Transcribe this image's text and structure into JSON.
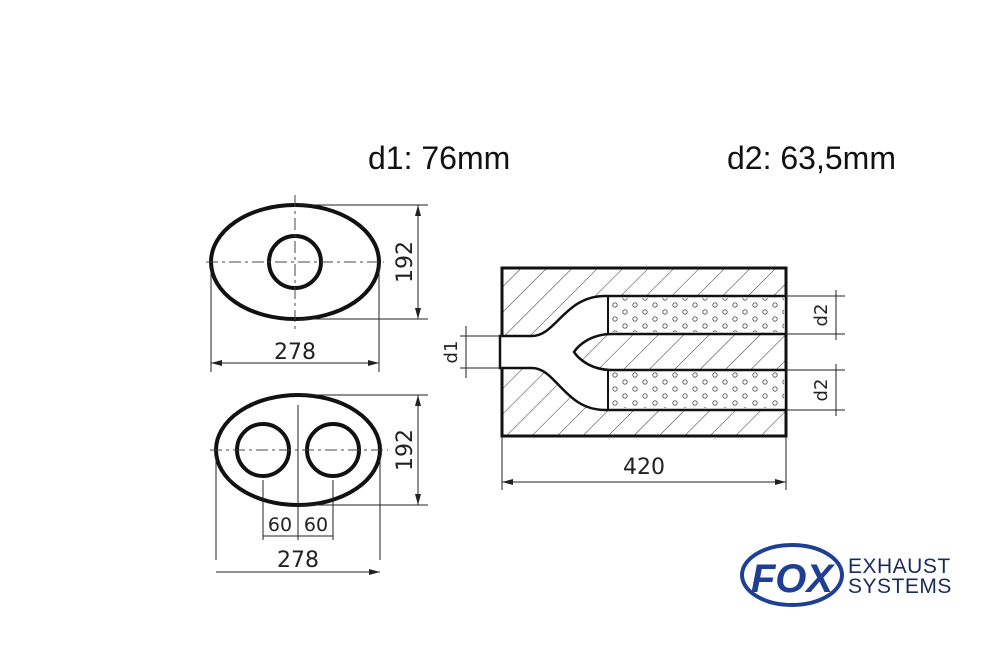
{
  "specs": {
    "d1": "d1: 76mm",
    "d2": "d2: 63,5mm"
  },
  "top_view": {
    "height": "192",
    "width": "278"
  },
  "bottom_view": {
    "height": "192",
    "offset_left": "60",
    "offset_right": "60",
    "width": "278"
  },
  "side_view": {
    "length": "420",
    "inlet": "d1",
    "outlet_top": "d2",
    "outlet_bottom": "d2"
  },
  "logo": {
    "mark": "FOX",
    "line1": "EXHAUST",
    "line2": "SYSTEMS",
    "color": "#1f3f95"
  }
}
